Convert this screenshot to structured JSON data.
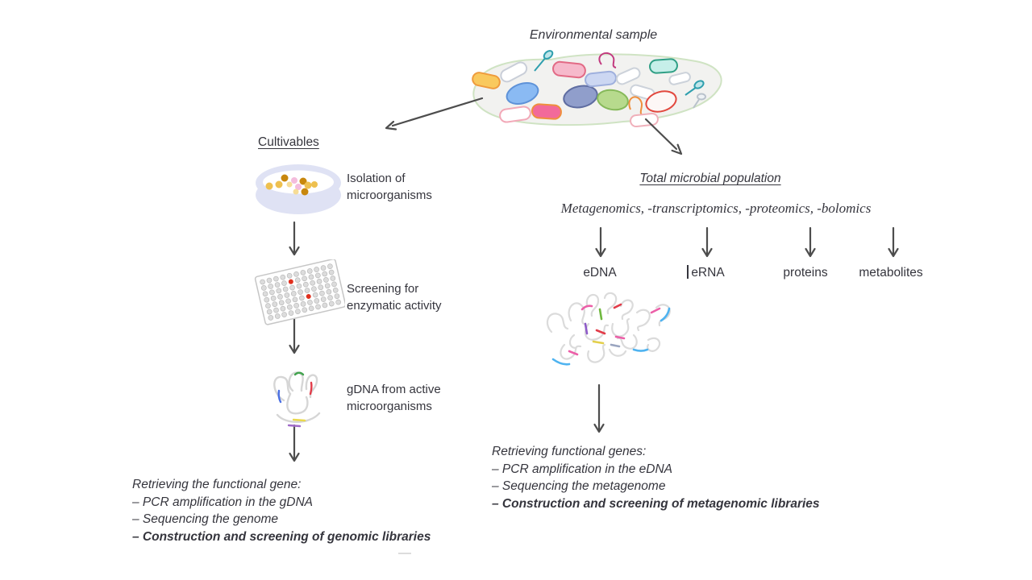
{
  "figure": {
    "title": "Environmental sample"
  },
  "left_branch": {
    "heading": "Cultivables",
    "steps": [
      {
        "icon": "petri-dish-icon",
        "lines": [
          "Isolation of",
          "microorganisms"
        ]
      },
      {
        "icon": "microtiter-plate-icon",
        "lines": [
          "Screening for",
          "enzymatic activity"
        ]
      },
      {
        "icon": "gdna-strands-icon",
        "lines": [
          "gDNA from active",
          "microorganisms"
        ]
      }
    ],
    "outcome": {
      "heading": "Retrieving the functional gene:",
      "items": [
        "– PCR amplification in the gDNA",
        "– Sequencing the genome",
        "– Construction and screening of genomic libraries"
      ]
    }
  },
  "right_branch": {
    "heading": "Total microbial population",
    "subheading": "Metagenomics, -transcriptomics, -proteomics, -bolomics",
    "products": [
      "eDNA",
      "eRNA",
      "proteins",
      "metabolites"
    ],
    "icon": "edna-tangle-icon",
    "outcome": {
      "heading": "Retrieving functional genes:",
      "items": [
        "– PCR amplification in the eDNA",
        "– Sequencing the metagenome",
        "– Construction and screening of metagenomic libraries"
      ]
    }
  },
  "colors": {
    "text": "#35353d",
    "arrow": "#4d4d4d",
    "sample_outline": "#cfe3c3",
    "sample_fill": "#f2f2f0",
    "petri_dish": "#dfe2f4",
    "active_well": "#e0301e"
  }
}
